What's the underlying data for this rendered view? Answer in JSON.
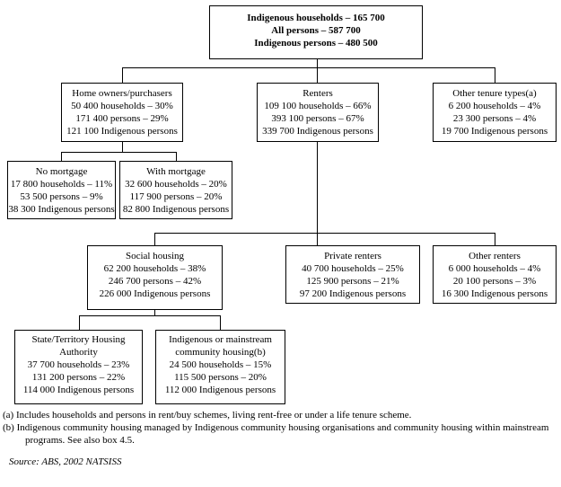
{
  "nodes": {
    "root": {
      "lines": [
        "Indigenous households – 165 700",
        "All persons – 587 700",
        "Indigenous persons – 480 500"
      ]
    },
    "home_owners": {
      "lines": [
        "Home owners/purchasers",
        "50 400 households – 30%",
        "171 400 persons – 29%",
        "121 100 Indigenous persons"
      ]
    },
    "renters": {
      "lines": [
        "Renters",
        "109 100 households – 66%",
        "393 100 persons – 67%",
        "339 700 Indigenous persons"
      ]
    },
    "other_tenure": {
      "lines": [
        "Other tenure types(a)",
        "6 200 households – 4%",
        "23 300 persons – 4%",
        "19 700 Indigenous persons"
      ]
    },
    "no_mortgage": {
      "lines": [
        "No mortgage",
        "17 800 households – 11%",
        "53 500 persons – 9%",
        "38 300 Indigenous persons"
      ]
    },
    "with_mortgage": {
      "lines": [
        "With mortgage",
        "32 600 households – 20%",
        "117 900 persons – 20%",
        "82 800 Indigenous persons"
      ]
    },
    "social_housing": {
      "lines": [
        "Social housing",
        "62 200 households – 38%",
        "246 700 persons – 42%",
        "226 000 Indigenous persons"
      ]
    },
    "private_renters": {
      "lines": [
        "Private renters",
        "40 700 households – 25%",
        "125 900 persons – 21%",
        "97 200 Indigenous persons"
      ]
    },
    "other_renters": {
      "lines": [
        "Other renters",
        "6 000 households – 4%",
        "20 100 persons – 3%",
        "16 300 Indigenous persons"
      ]
    },
    "state_territory_housing": {
      "lines": [
        "State/Territory Housing Authority",
        "37 700 households – 23%",
        "131 200 persons – 22%",
        "114 000 Indigenous persons"
      ]
    },
    "community_housing": {
      "lines": [
        "Indigenous or mainstream community housing(b)",
        "24 500 households – 15%",
        "115 500 persons – 20%",
        "112 000 Indigenous persons"
      ]
    }
  },
  "footnotes": {
    "a": "(a) Includes households and persons in rent/buy schemes, living rent-free or under a life tenure scheme.",
    "b": "(b) Indigenous community housing managed by Indigenous community housing organisations and community housing within mainstream programs. See also box 4.5."
  },
  "source": "Source: ABS, 2002 NATSISS",
  "colors": {
    "line": "#000000",
    "background": "#ffffff",
    "text": "#000000"
  }
}
